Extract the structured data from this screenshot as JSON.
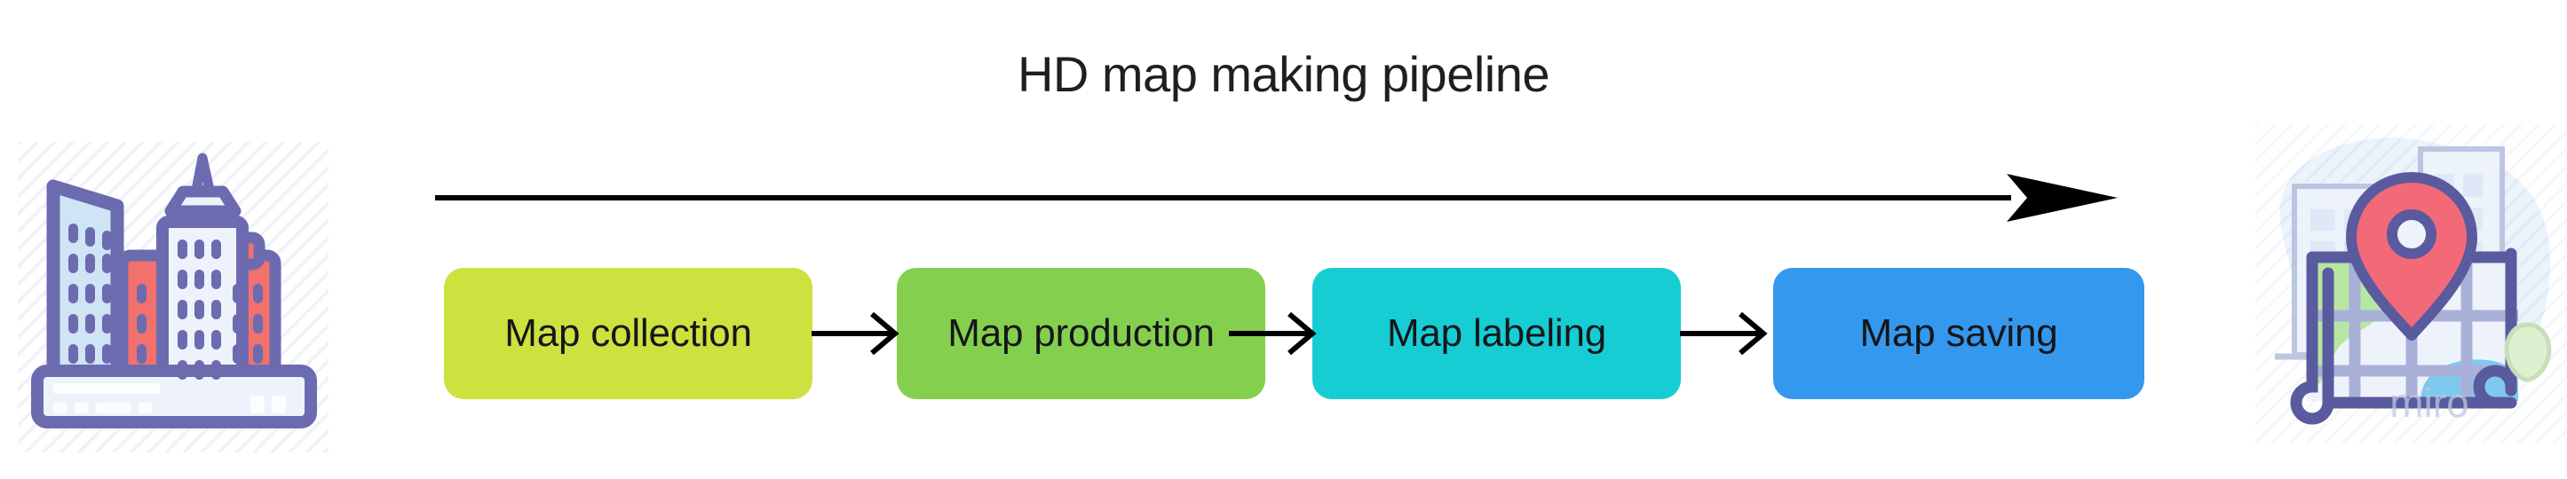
{
  "title": "HD map making pipeline",
  "timeline": {
    "arrow_name": "progress-arrow",
    "direction": "left-to-right",
    "color": "#000000"
  },
  "pipeline": {
    "stages": [
      {
        "label": "Map collection",
        "color": "#cde23f",
        "text_color": "#14171a"
      },
      {
        "label": "Map production",
        "color": "#85cf4e",
        "text_color": "#14171a"
      },
      {
        "label": "Map labeling",
        "color": "#17cdd4",
        "text_color": "#14171a"
      },
      {
        "label": "Map saving",
        "color": "#3498ee",
        "text_color": "#14171a"
      }
    ],
    "connectors": [
      {
        "from": "Map collection",
        "to": "Map production"
      },
      {
        "from": "Map production",
        "to": "Map labeling"
      },
      {
        "from": "Map labeling",
        "to": "Map saving"
      }
    ]
  },
  "illustrations": {
    "left": {
      "name": "city-buildings-illustration",
      "alt": "City skyline with tall office buildings",
      "outline_color": "#6c6bb0",
      "glass_color": "#cfe4f5",
      "brick_color": "#f2716c",
      "light_color": "#eef3fb"
    },
    "right": {
      "name": "map-with-pin-illustration",
      "alt": "Rolled paper map with a location pin over city buildings",
      "outline_color": "#5a5a9e",
      "pin_color": "#f26a78",
      "paper_color": "#eef3fb",
      "road_color": "#a9b0d8",
      "park_color": "#b7e6a2",
      "water_color": "#7fc9ef",
      "backdrop_color": "#d6e6f7",
      "watermark": "miro"
    }
  }
}
